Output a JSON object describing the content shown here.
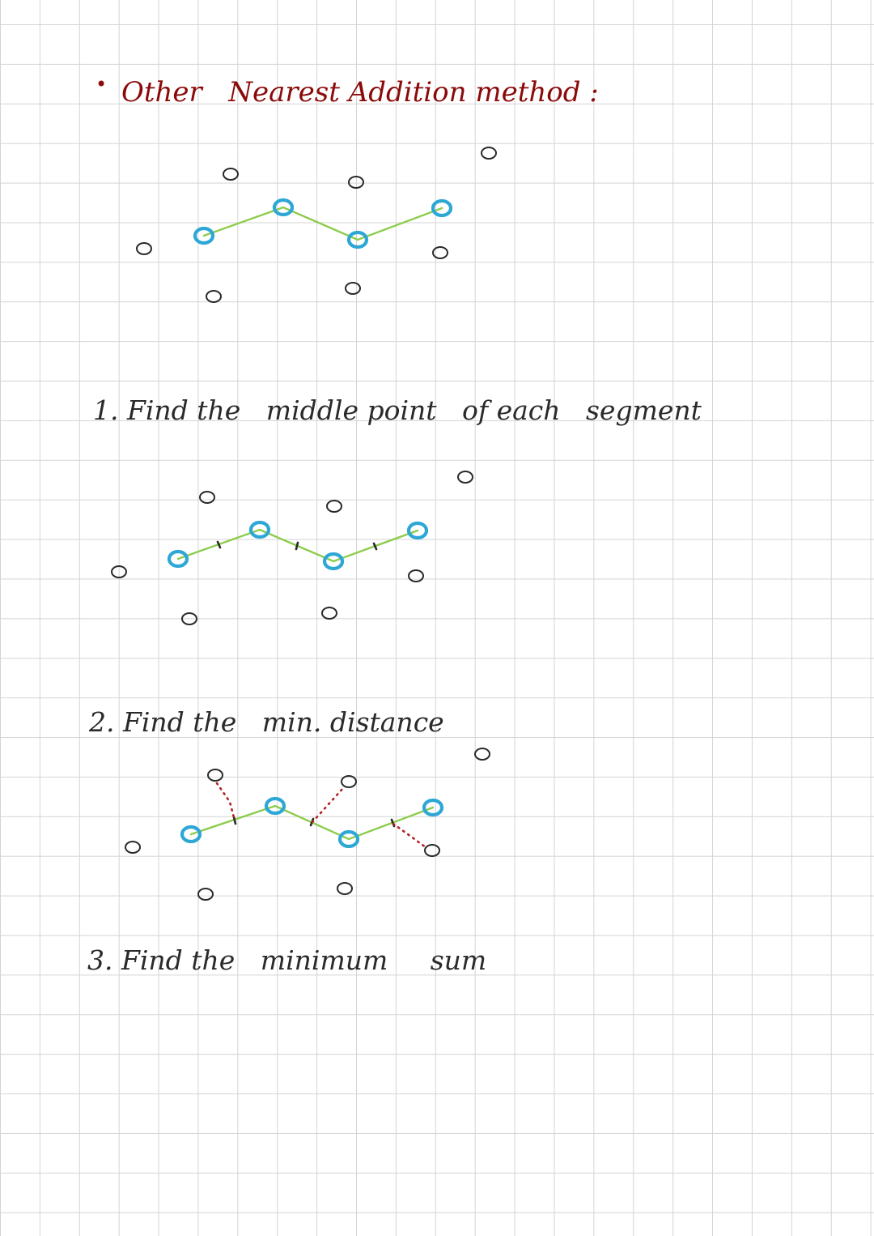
{
  "header": {
    "bullet": "•",
    "title": "Other   Nearest Addition method :"
  },
  "steps": [
    {
      "text": "1. Find the   middle point   of each   segment"
    },
    {
      "text": "2. Find the   min. distance"
    },
    {
      "text": "3. Find the   minimum     sum"
    }
  ],
  "colors": {
    "grid": "#d4d4d4",
    "title": "#8b0a0a",
    "ink": "#2a2a2a",
    "tour_node": "#2da7d6",
    "tour_edge": "#8dcc4c",
    "distance": "#b22222"
  },
  "icons": {
    "tour_node": "blue-circle",
    "free_node": "black-circle",
    "midpoint": "tick-mark"
  }
}
